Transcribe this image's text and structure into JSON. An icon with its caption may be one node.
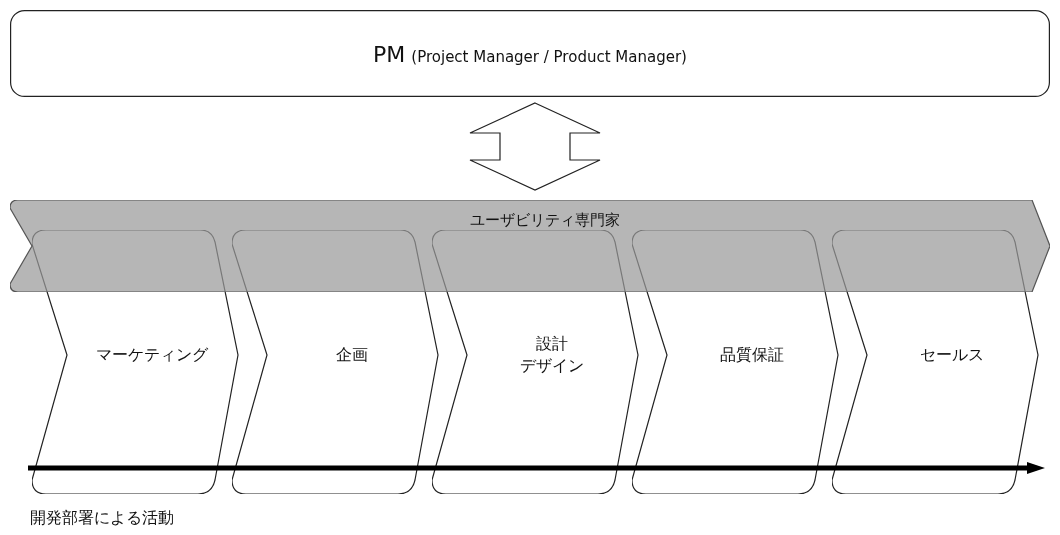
{
  "diagram": {
    "nodes": [
      {
        "text": [
          "PM",
          "(Project Manager / Product Manager)"
        ]
      },
      {
        "text": [
          "ユーザビリティ専門家"
        ]
      },
      {
        "text": [
          "マーケティング"
        ]
      },
      {
        "text": [
          "企画"
        ]
      },
      {
        "text": [
          "設計",
          "デザイン"
        ]
      },
      {
        "text": [
          "品質保証"
        ]
      },
      {
        "text": [
          "セールス"
        ]
      },
      {
        "text": [],
        "shape": "arrow"
      }
    ],
    "edges": [
      {
        "from": 0,
        "to": 1,
        "arrow": "both"
      }
    ],
    "labels": [
      "開発部署による活動"
    ]
  }
}
